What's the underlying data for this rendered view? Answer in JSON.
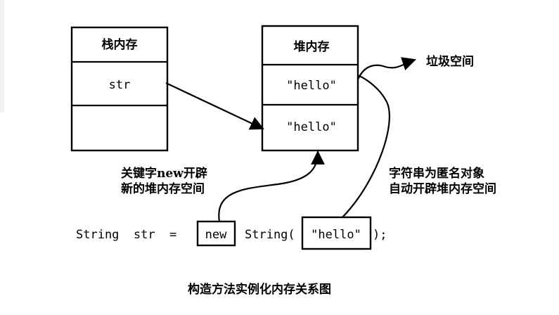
{
  "stack": {
    "title": "栈内存",
    "cell": "str"
  },
  "heap": {
    "title": "堆内存",
    "cells": [
      "\"hello\"",
      "\"hello\""
    ]
  },
  "garbage_label": "垃圾空间",
  "new_note": [
    "关键字new开辟",
    "新的堆内存空间"
  ],
  "anon_note": [
    "字符串为匿名对象",
    "自动开辟堆内存空间"
  ],
  "code": {
    "prefix": "String  str  =",
    "keyword": "new",
    "ctor": "String(",
    "literal": "\"hello\"",
    "suffix": ");"
  },
  "caption": "构造方法实例化内存关系图"
}
